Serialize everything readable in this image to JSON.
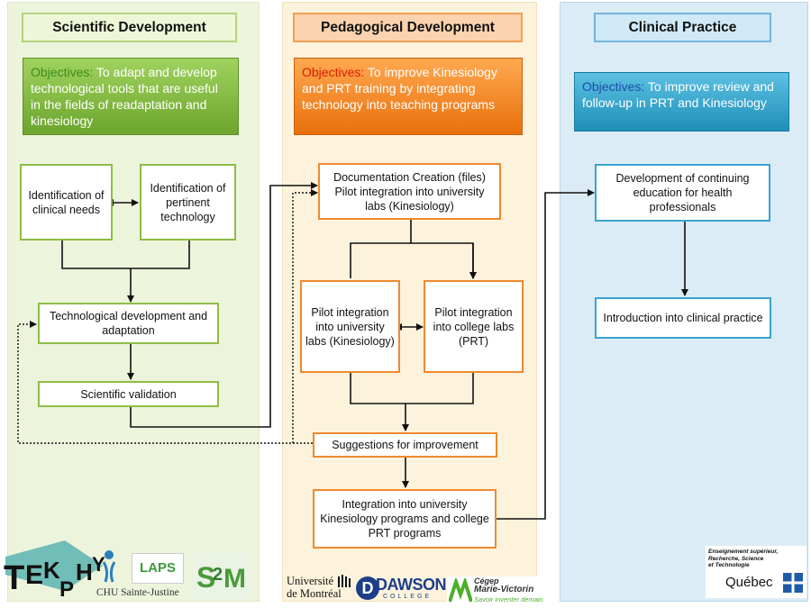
{
  "columns": {
    "scientific": {
      "title": "Scientific Development",
      "objective_label": "Objectives:",
      "objective_text": " To adapt and develop technological tools that are useful in the fields of readaptation and kinesiology",
      "boxes": {
        "needs": "Identification of clinical needs",
        "tech": "Identification of pertinent technology",
        "development": "Technological development and adaptation",
        "validation": "Scientific validation"
      }
    },
    "pedagogical": {
      "title": "Pedagogical Development",
      "objective_label": "Objectives:",
      "objective_text": " To improve Kinesiology and PRT training by integrating technology into teaching programs",
      "boxes": {
        "documentation": "Documentation Creation (files) Pilot integration into university labs (Kinesiology)",
        "univ_pilot": "Pilot integration into university labs (Kinesiology)",
        "college_pilot": "Pilot integration into college labs (PRT)",
        "suggestions": "Suggestions for improvement",
        "integration": "Integration into university Kinesiology programs and college PRT programs"
      }
    },
    "clinical": {
      "title": "Clinical Practice",
      "objective_label": "Objectives:",
      "objective_text": " To improve review and follow-up in PRT and Kinesiology",
      "boxes": {
        "continuing": "Development of continuing education for health professionals",
        "introduction": "Introduction into clinical practice"
      }
    }
  },
  "logos": {
    "chu": "CHU Sainte-Justine",
    "laps": "LAPS",
    "udem_line1": "Université",
    "udem_line2": "de Montréal",
    "dawson_main": "DAWSON",
    "dawson_sub": "COLLEGE",
    "cegep_line1": "Cégep",
    "cegep_line2": "Marie-Victorin",
    "cegep_tagline": "Savoir inventer demain",
    "quebec_line1": "Enseignement supérieur,",
    "quebec_line2": "Recherche, Science",
    "quebec_line3": "et Technologie",
    "quebec_name": "Québec"
  },
  "colors": {
    "green": "#8dbd45",
    "orange": "#ef8a2e",
    "blue": "#3aa3d0"
  }
}
